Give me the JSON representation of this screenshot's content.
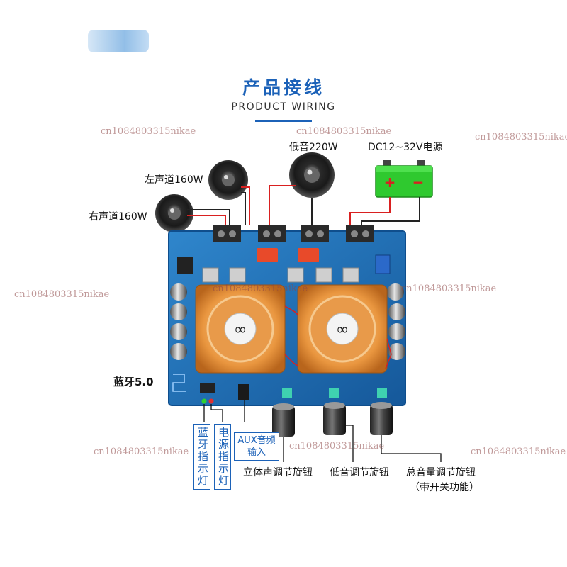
{
  "header": {
    "title_cn": "产品接线",
    "title_en": "PRODUCT WIRING"
  },
  "labels": {
    "bass": "低音220W",
    "left": "左声道160W",
    "right": "右声道160W",
    "power": "DC12~32V电源",
    "bluetooth": "蓝牙5.0",
    "bt_indicator": "蓝牙指示灯",
    "power_indicator": "电源指示灯",
    "aux": "AUX音频输入",
    "stereo_knob": "立体声调节旋钮",
    "bass_knob": "低音调节旋钮",
    "volume_knob": "总音量调节旋钮",
    "volume_knob_note": "（带开关功能）"
  },
  "battery": {
    "plus": "+",
    "minus": "−"
  },
  "watermark": "cn1084803315nikae",
  "colors": {
    "accent": "#1c62b8",
    "pcb": "#1a6fb8",
    "wire": "#d92020",
    "battery": "#2fc92f"
  }
}
